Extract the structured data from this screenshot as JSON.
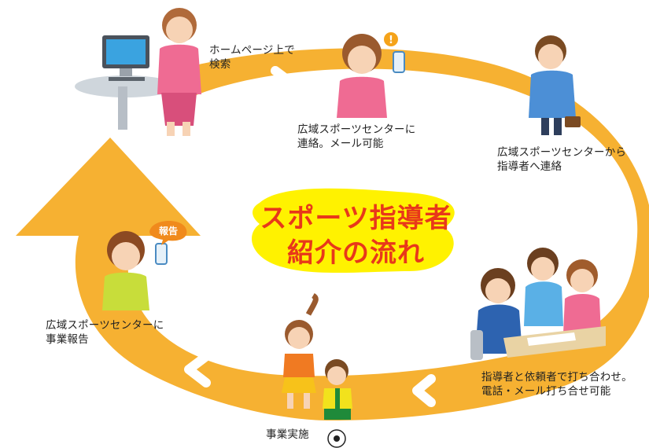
{
  "title": {
    "line1": "スポーツ指導者",
    "line2": "紹介の流れ"
  },
  "steps": [
    {
      "label": "ホームページ上で\n検索"
    },
    {
      "label": "広域スポーツセンターに\n連絡。メール可能"
    },
    {
      "label": "広域スポーツセンターから\n指導者へ連絡"
    },
    {
      "label": "指導者と依頼者で打ち合わせ。\n電話・メール打ち合せ可能"
    },
    {
      "label": "事業実施"
    },
    {
      "label": "広域スポーツセンターに\n事業報告"
    }
  ],
  "badge": {
    "report": "報告",
    "alert": "!"
  },
  "colors": {
    "flow_band": "#f6b132",
    "flow_arrow": "#ffffff",
    "title_highlight": "#fff200",
    "title_text": "#e8381a",
    "report_badge": "#f08a1c",
    "alert_badge": "#f5a31a"
  },
  "icons": {
    "desk_person": "woman-at-computer",
    "phone_person": "woman-with-phone",
    "man_phone": "businessman-on-phone",
    "meeting": "meeting-group",
    "kids": "children-playing-sports",
    "reporter": "woman-reporting-on-phone"
  }
}
